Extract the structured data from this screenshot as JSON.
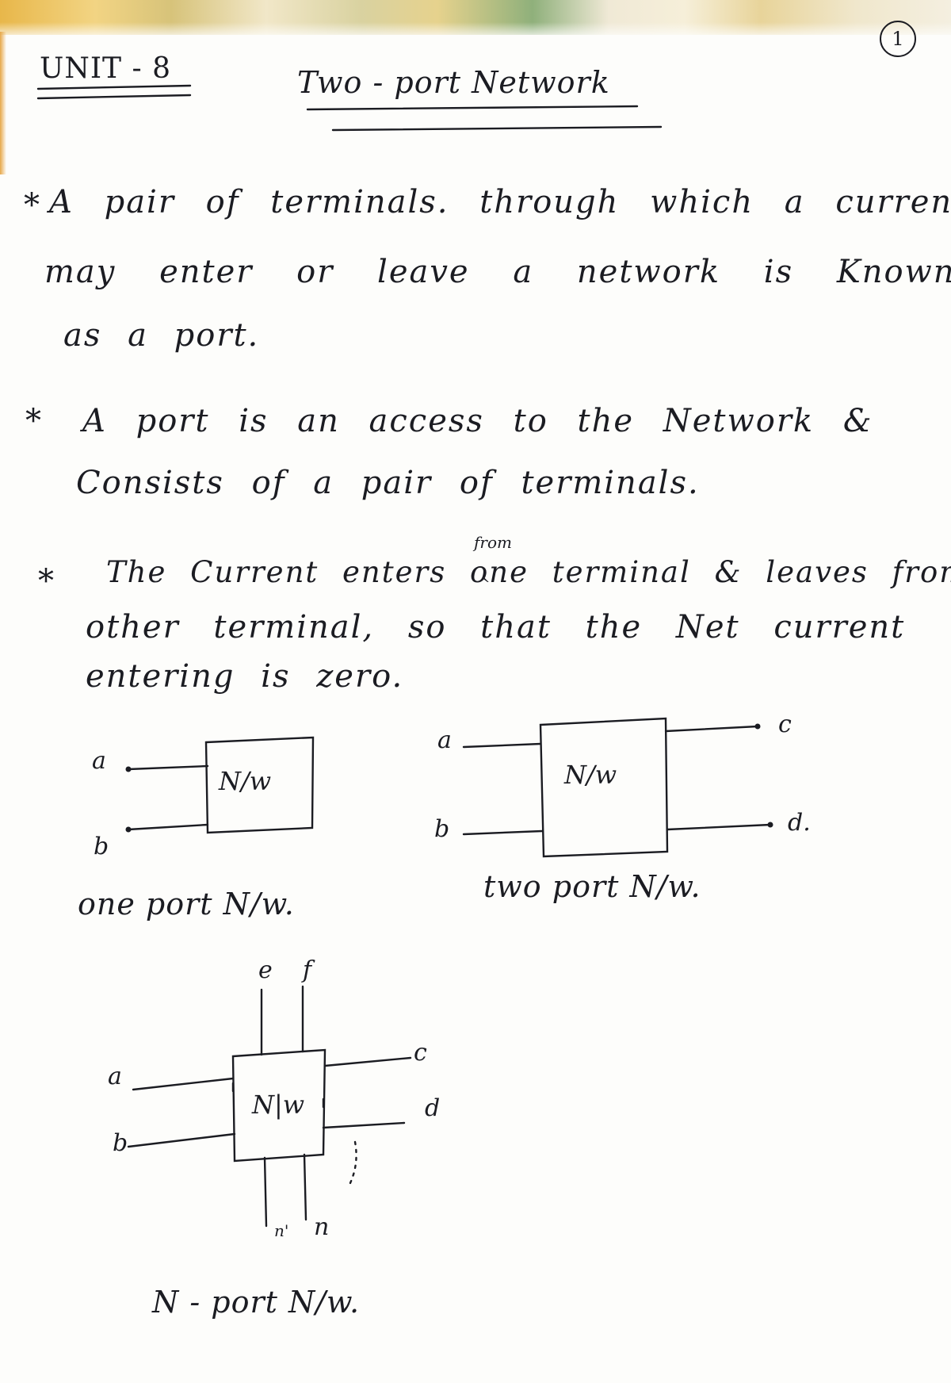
{
  "header": {
    "unit": "UNIT - 8",
    "title": "Two - port Network",
    "page_number": "1"
  },
  "points": [
    {
      "bullet": "*",
      "lines": [
        "A pair of terminals. through which a current",
        "may enter or leave a network is Known",
        "as a port."
      ]
    },
    {
      "bullet": "*",
      "lines": [
        "A port is an access to the Network &",
        "Consists of a pair of terminals."
      ]
    },
    {
      "bullet": "*",
      "insert_above": "from",
      "insert_caret": "^",
      "lines": [
        "The Current enters one terminal & leaves from",
        "other terminal, so that the Net current",
        "entering is zero."
      ]
    }
  ],
  "diagrams": {
    "one_port": {
      "box_label": "N/w",
      "terminals": [
        "a",
        "b"
      ],
      "caption": "one port N/w."
    },
    "two_port": {
      "box_label": "N/w",
      "terminals": [
        "a",
        "b",
        "c",
        "d."
      ],
      "caption": "two port N/w."
    },
    "n_port": {
      "box_label": "N|w",
      "terminals": [
        "e",
        "f",
        "a",
        "b",
        "c",
        "d",
        "n'",
        "n"
      ],
      "caption": "N - port N/w."
    }
  }
}
